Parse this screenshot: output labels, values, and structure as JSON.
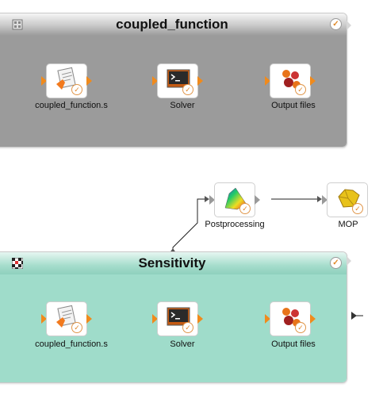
{
  "systems": [
    {
      "title": "coupled_function",
      "nodes": [
        {
          "label": "coupled_function.s"
        },
        {
          "label": "Solver"
        },
        {
          "label": "Output files"
        }
      ]
    },
    {
      "title": "Sensitivity",
      "nodes": [
        {
          "label": "coupled_function.s"
        },
        {
          "label": "Solver"
        },
        {
          "label": "Output files"
        }
      ]
    }
  ],
  "post_nodes": [
    {
      "label": "Postprocessing"
    },
    {
      "label": "MOP"
    }
  ],
  "status_check": "✓",
  "colors": {
    "system_gray": "#9b9b9b",
    "system_teal": "#9fdcca",
    "port_orange": "#f08a1c"
  }
}
